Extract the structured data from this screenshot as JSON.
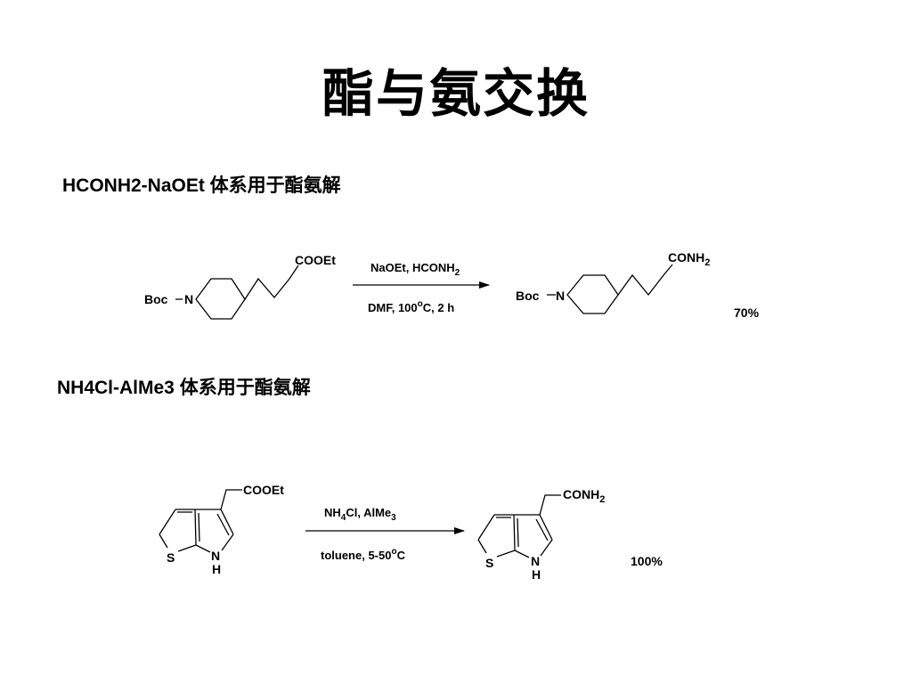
{
  "title": "酯与氨交换",
  "section1": {
    "heading": "HCONH2-NaOEt 体系用于酯氨解",
    "reactant": {
      "substituent": "COOEt",
      "protecting_group": "Boc",
      "ring_atom": "N"
    },
    "conditions_above": {
      "main": "NaOEt, HCONH",
      "sub": "2"
    },
    "conditions_below": {
      "pre": "DMF, 100",
      "sup": "o",
      "post": "C, 2 h"
    },
    "product": {
      "substituent_main": "CONH",
      "substituent_sub": "2",
      "protecting_group": "Boc",
      "ring_atom": "N"
    },
    "yield": "70%"
  },
  "section2": {
    "heading": "NH4Cl-AlMe3 体系用于酯氨解",
    "reactant": {
      "substituent": "COOEt",
      "ring_S": "S",
      "ring_N": "N",
      "ring_H": "H"
    },
    "conditions_above": {
      "p1": "NH",
      "s1": "4",
      "p2": "Cl, AlMe",
      "s2": "3"
    },
    "conditions_below": {
      "pre": "toluene, 5-50",
      "sup": "o",
      "post": "C"
    },
    "product": {
      "substituent_main": "CONH",
      "substituent_sub": "2",
      "ring_S": "S",
      "ring_N": "N",
      "ring_H": "H"
    },
    "yield": "100%"
  },
  "colors": {
    "ink": "#000000",
    "background": "#ffffff"
  }
}
